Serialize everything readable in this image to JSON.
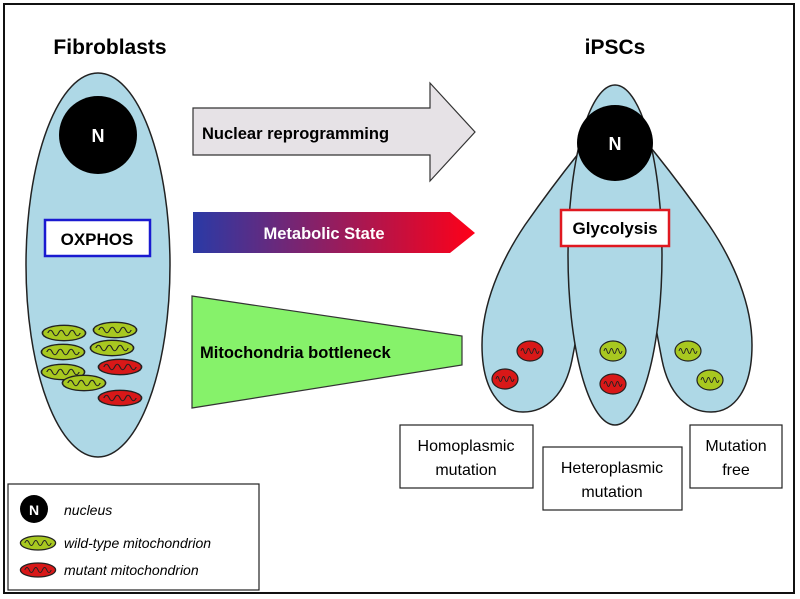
{
  "left_title": "Fibroblasts",
  "right_title": "iPSCs",
  "nucleus_letter": "N",
  "arrows": {
    "nuclear": "Nuclear reprogramming",
    "metabolic": "Metabolic State",
    "bottleneck": "Mitochondria bottleneck"
  },
  "states": {
    "oxphos": "OXPHOS",
    "glycolysis": "Glycolysis"
  },
  "outcomes": {
    "homoplasmic": [
      "Homoplasmic",
      "mutation"
    ],
    "heteroplasmic": [
      "Heteroplasmic",
      "mutation"
    ],
    "mutation_free": [
      "Mutation",
      "free"
    ]
  },
  "legend": {
    "nucleus": "nucleus",
    "wild_type": "wild-type mitochondrion",
    "mutant": "mutant mitochondrion"
  },
  "colors": {
    "cell_fill": "#aed8e6",
    "nuclear_arrow": "#e6e2e6",
    "metabolic_start": "#2a3aa6",
    "metabolic_end": "#ff0018",
    "bottleneck": "#86f26a",
    "oxphos_border": "#1a1ad0",
    "glycolysis_border": "#e01820",
    "wild_type": "#a8c820",
    "mutant": "#d81818"
  }
}
